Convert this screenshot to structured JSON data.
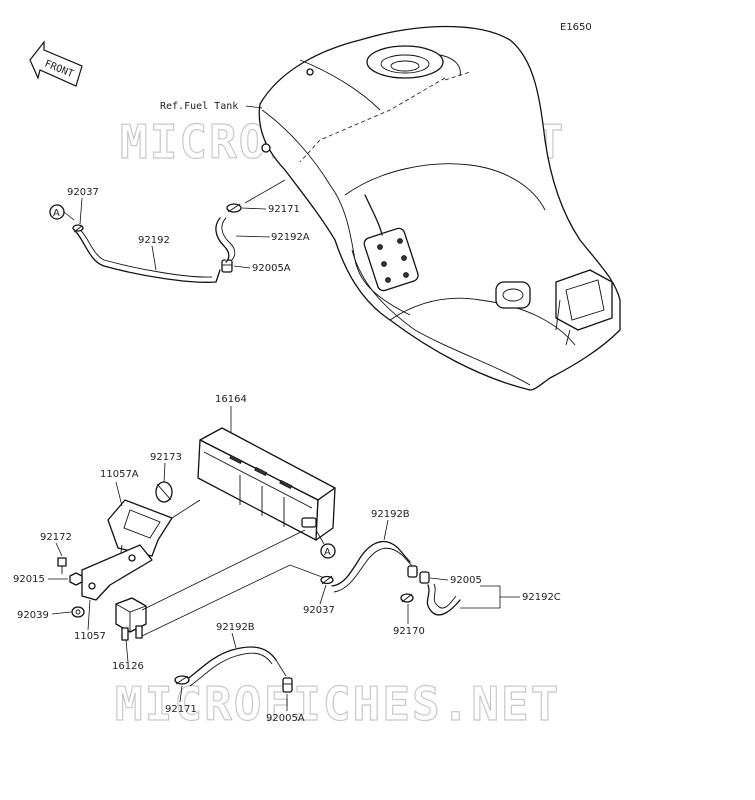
{
  "diagram_code": "E1650",
  "front_arrow_label": "FRONT",
  "ref_label": "Ref.Fuel Tank",
  "watermark": "MICROFICHES.NET",
  "ref_marker": "A",
  "parts": {
    "p92037_top": "92037",
    "p92192": "92192",
    "p92171_top": "92171",
    "p92192A": "92192A",
    "p92005A_top": "92005A",
    "p16164": "16164",
    "p92173": "92173",
    "p11057A": "11057A",
    "p92172": "92172",
    "p92015": "92015",
    "p92039": "92039",
    "p11057": "11057",
    "p16126": "16126",
    "p92192B_mid": "92192B",
    "p92037_mid": "92037",
    "p92005": "92005",
    "p92192C": "92192C",
    "p92170": "92170",
    "p92192B_low": "92192B",
    "p92171_low": "92171",
    "p92005A_low": "92005A"
  }
}
